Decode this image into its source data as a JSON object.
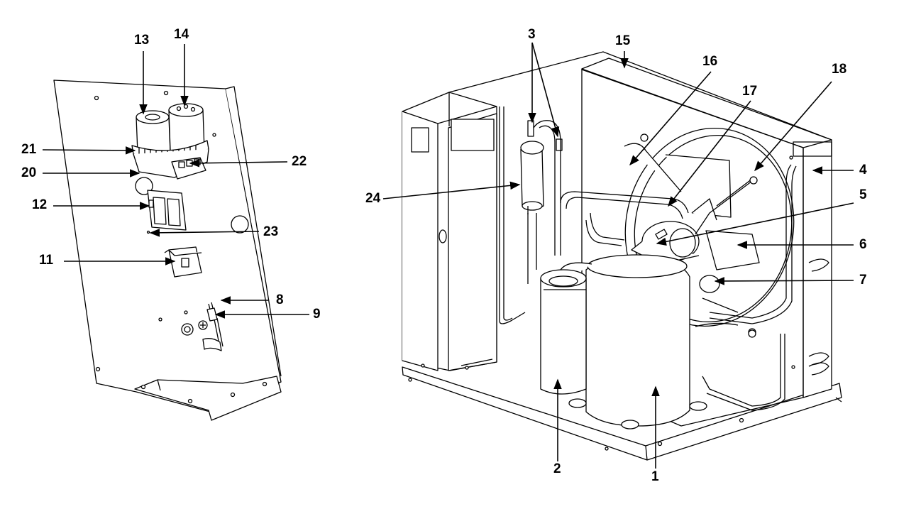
{
  "diagram": {
    "line_color": "#000000",
    "background": "#ffffff",
    "callouts": [
      {
        "id": "c1",
        "text": "1"
      },
      {
        "id": "c2",
        "text": "2"
      },
      {
        "id": "c3",
        "text": "3"
      },
      {
        "id": "c4",
        "text": "4"
      },
      {
        "id": "c5",
        "text": "5"
      },
      {
        "id": "c6",
        "text": "6"
      },
      {
        "id": "c7",
        "text": "7"
      },
      {
        "id": "c8",
        "text": "8"
      },
      {
        "id": "c9",
        "text": "9"
      },
      {
        "id": "c11",
        "text": "11"
      },
      {
        "id": "c12",
        "text": "12"
      },
      {
        "id": "c13",
        "text": "13"
      },
      {
        "id": "c14",
        "text": "14"
      },
      {
        "id": "c15",
        "text": "15"
      },
      {
        "id": "c16",
        "text": "16"
      },
      {
        "id": "c17",
        "text": "17"
      },
      {
        "id": "c18",
        "text": "18"
      },
      {
        "id": "c20",
        "text": "20"
      },
      {
        "id": "c21",
        "text": "21"
      },
      {
        "id": "c22",
        "text": "22"
      },
      {
        "id": "c23",
        "text": "23"
      },
      {
        "id": "c24",
        "text": "24"
      }
    ]
  }
}
